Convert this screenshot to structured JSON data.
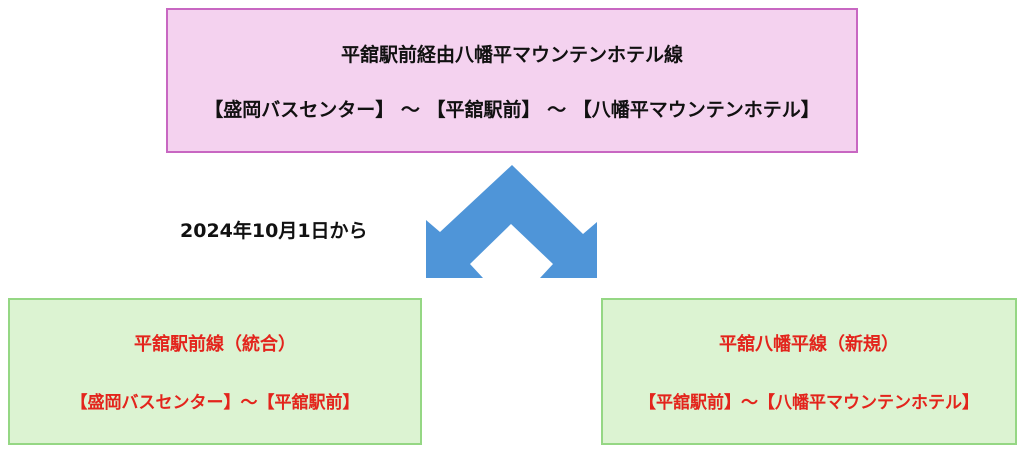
{
  "original_route": {
    "title": "平舘駅前経由八幡平マウンテンホテル線",
    "stops": "【盛岡バスセンター】 ～ 【平舘駅前】 ～ 【八幡平マウンテンホテル】"
  },
  "effective_date": "2024年10月1日から",
  "new_routes": [
    {
      "title": "平舘駅前線（統合）",
      "stops": "【盛岡バスセンター】～【平舘駅前】"
    },
    {
      "title": "平舘八幡平線（新規）",
      "stops": "【平舘駅前】～【八幡平マウンテンホテル】"
    }
  ],
  "colors": {
    "arrow": "#4f95d8",
    "new_route_text": "#e3241c"
  }
}
